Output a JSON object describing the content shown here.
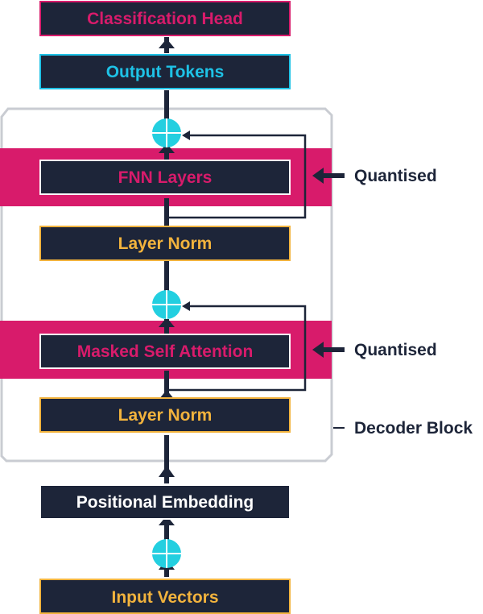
{
  "colors": {
    "box_fill": "#1d2539",
    "pink": "#d81b6b",
    "cyan": "#1ec2e6",
    "gold": "#f2b33d",
    "white": "#ffffff",
    "plus_node": "#23cfe0",
    "block_border": "#c9ccd2"
  },
  "boxes": {
    "classification_head": "Classification Head",
    "output_tokens": "Output Tokens",
    "fnn_layers": "FNN Layers",
    "layer_norm_top": "Layer Norm",
    "masked_self_attention": "Masked Self Attention",
    "layer_norm_bottom": "Layer Norm",
    "positional_embedding": "Positional Embedding",
    "input_vectors": "Input Vectors"
  },
  "labels": {
    "quantised_top": "Quantised",
    "quantised_bottom": "Quantised",
    "decoder_block": "Decoder Block"
  },
  "icons": {
    "add_node": "plus-circle-icon",
    "arrow": "arrow-up-icon",
    "pointer": "arrow-left-icon"
  }
}
